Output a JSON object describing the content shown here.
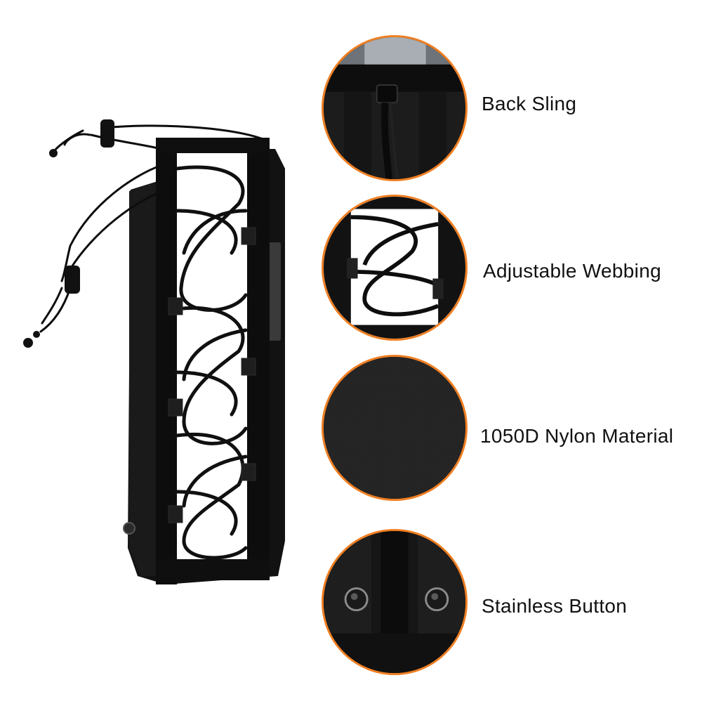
{
  "features": [
    {
      "label": "Back Sling",
      "icon": "back-sling-closeup"
    },
    {
      "label": "Adjustable Webbing",
      "icon": "webbing-closeup"
    },
    {
      "label": "1050D Nylon Material",
      "icon": "nylon-texture-closeup"
    },
    {
      "label": "Stainless Button",
      "icon": "snap-button-closeup"
    }
  ],
  "colors": {
    "accent": "#f07f22",
    "product": "#141414",
    "text": "#111111",
    "background": "#ffffff"
  }
}
